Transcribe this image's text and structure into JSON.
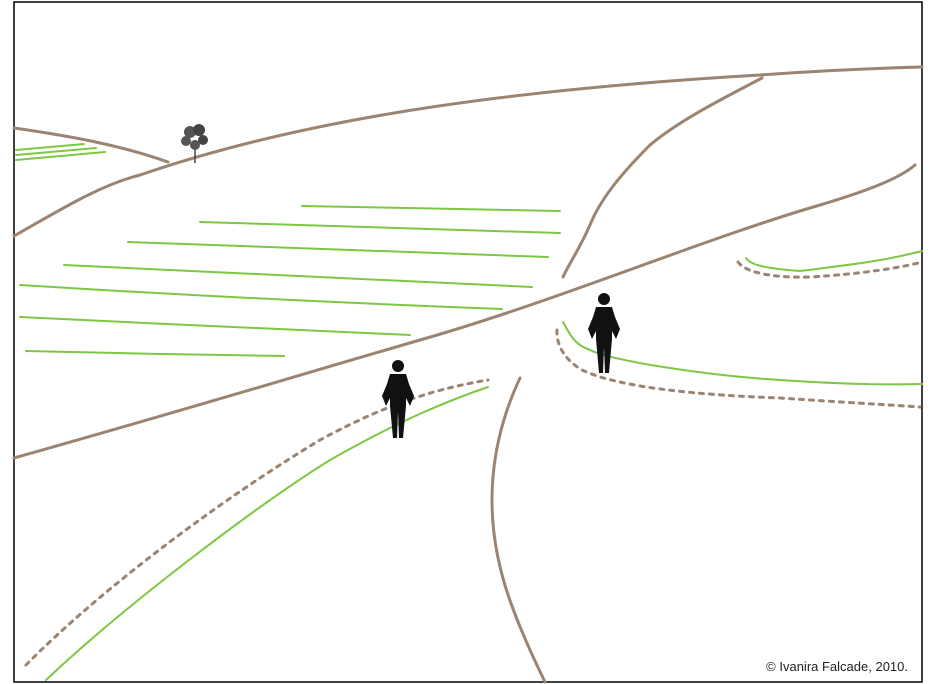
{
  "image": {
    "copyright": "© Ivanira Falcade, 2010."
  },
  "colors": {
    "frame": "#000000",
    "ridge": "#9b8470",
    "vine_rows": "#7dc743",
    "dotted_path": "#9b8470",
    "figure": "#111111",
    "tree": "#444444"
  },
  "elements": {
    "figures": [
      "person-figure-left",
      "person-figure-right"
    ],
    "tree": "tree-icon"
  }
}
